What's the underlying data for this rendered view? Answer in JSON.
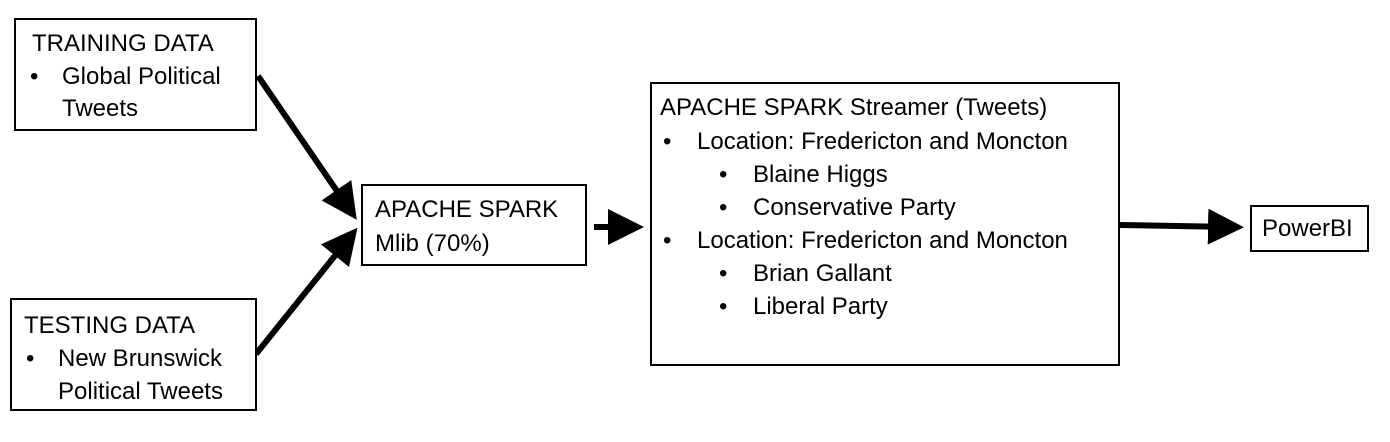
{
  "training": {
    "title": "TRAINING DATA",
    "bullet_line1": "Global Political",
    "bullet_line2": "Tweets"
  },
  "testing": {
    "title": "TESTING DATA",
    "bullet_line1": "New Brunswick",
    "bullet_line2": "Political Tweets"
  },
  "mlib": {
    "line1": "APACHE SPARK",
    "line2": "Mlib (70%)"
  },
  "streamer": {
    "title": "APACHE SPARK Streamer (Tweets)",
    "groups": [
      {
        "location": "Location: Fredericton and Moncton",
        "items": [
          "Blaine Higgs",
          "Conservative Party"
        ]
      },
      {
        "location": "Location: Fredericton and Moncton",
        "items": [
          "Brian Gallant",
          "Liberal Party"
        ]
      }
    ]
  },
  "output": {
    "label": "PowerBI"
  }
}
